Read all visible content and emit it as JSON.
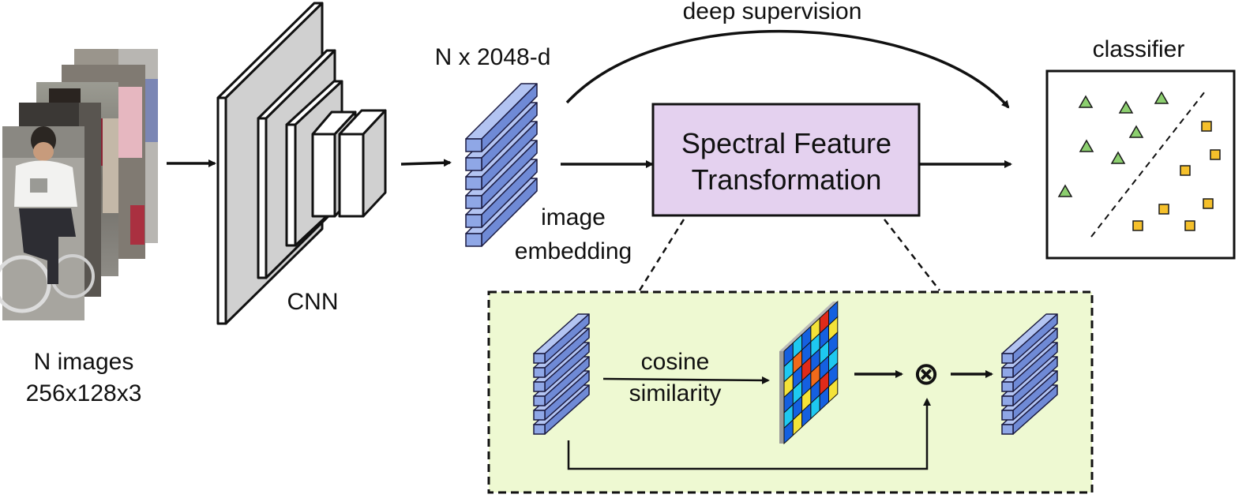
{
  "input": {
    "caption_line1": "N images",
    "caption_line2": "256x128x3"
  },
  "cnn": {
    "label": "CNN"
  },
  "embedding": {
    "top_label": "N x 2048-d",
    "bottom_line1": "image",
    "bottom_line2": "embedding"
  },
  "deep_supervision": {
    "label": "deep supervision"
  },
  "sft": {
    "line1": "Spectral Feature",
    "line2": "Transformation"
  },
  "classifier": {
    "label": "classifier"
  },
  "detail": {
    "cosine_line1": "cosine",
    "cosine_line2": "similarity",
    "multiply_symbol": "⊗"
  },
  "colors": {
    "feature_block": "#8fa7e6",
    "sft_box": "#e4d1ef",
    "detail_panel": "#eef9d2",
    "cnn_gray": "#d0d0d0",
    "triangle": "#8ccf6f",
    "square": "#f5c02b"
  }
}
